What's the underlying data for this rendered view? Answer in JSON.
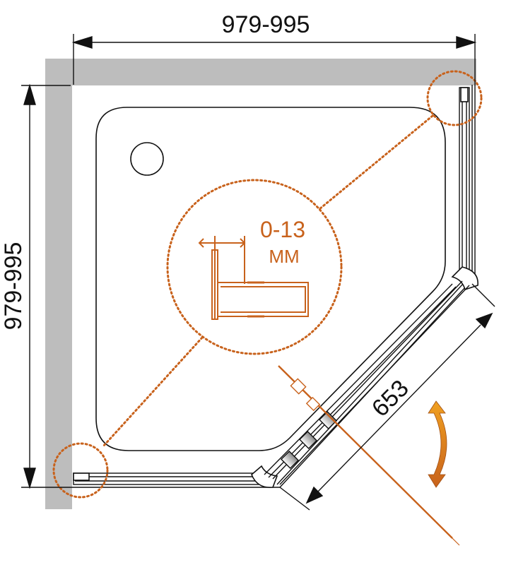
{
  "dimensions": {
    "top_width": "979-995",
    "left_depth": "979-995",
    "door_width": "653"
  },
  "detail": {
    "adjustment_value": "0-13",
    "adjustment_unit": "ММ"
  },
  "colors": {
    "wall": "#bdbdbd",
    "line": "#111111",
    "accent": "#c8621c",
    "arrow_gradient_start": "#f0a020",
    "arrow_gradient_end": "#c8621c"
  },
  "icons": {
    "door_swing": "double-headed-curved-arrow-icon",
    "drain": "drain-icon"
  }
}
